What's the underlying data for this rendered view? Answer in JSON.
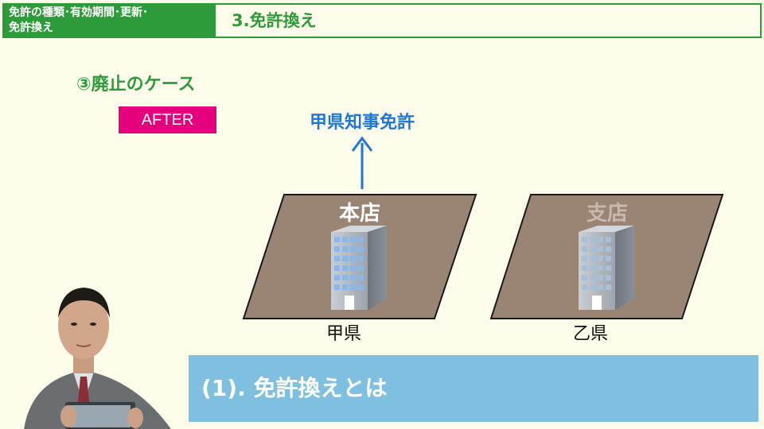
{
  "header": {
    "section_line1": "免許の種類･有効期間･更新･",
    "section_line2": "免許換え",
    "title": "3.免許換え"
  },
  "subtitle": "③廃止のケース",
  "badge": {
    "label": "AFTER"
  },
  "license": {
    "label": "甲県知事免許"
  },
  "offices": {
    "main": {
      "label": "本店",
      "prefecture": "甲県"
    },
    "branch": {
      "label": "支店",
      "prefecture": "乙県"
    }
  },
  "footer": {
    "title": "(1). 免許換えとは"
  },
  "colors": {
    "green": "#2e9b3a",
    "magenta": "#e6007e",
    "blue": "#1f78d1",
    "land": "#9a8474",
    "panel": "#7fbfe0"
  }
}
